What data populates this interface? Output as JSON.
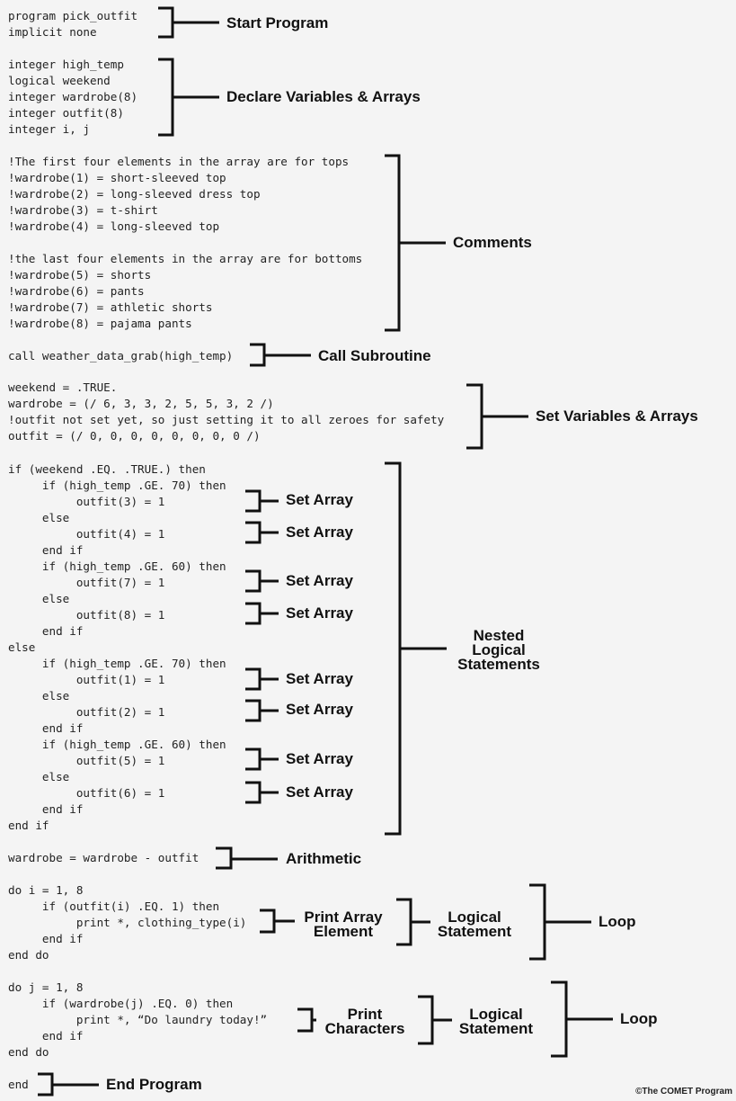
{
  "code_lines": [
    "program pick_outfit",
    "implicit none",
    "integer high_temp",
    "logical weekend",
    "integer wardrobe(8)",
    "integer outfit(8)",
    "integer i, j",
    "!The first four elements in the array are for tops",
    "!wardrobe(1) = short-sleeved top",
    "!wardrobe(2) = long-sleeved dress top",
    "!wardrobe(3) = t-shirt",
    "!wardrobe(4) = long-sleeved top",
    "!the last four elements in the array are for bottoms",
    "!wardrobe(5) = shorts",
    "!wardrobe(6) = pants",
    "!wardrobe(7) = athletic shorts",
    "!wardrobe(8) = pajama pants",
    "call weather_data_grab(high_temp)",
    "weekend = .TRUE.",
    "wardrobe = (/ 6, 3, 3, 2, 5, 5, 3, 2 /)",
    "!outfit not set yet, so just setting it to all zeroes for safety",
    "outfit = (/ 0, 0, 0, 0, 0, 0, 0, 0 /)",
    "if (weekend .EQ. .TRUE.) then",
    "     if (high_temp .GE. 70) then",
    "          outfit(3) = 1",
    "     else",
    "          outfit(4) = 1",
    "     end if",
    "     if (high_temp .GE. 60) then",
    "          outfit(7) = 1",
    "     else",
    "          outfit(8) = 1",
    "     end if",
    "else",
    "     if (high_temp .GE. 70) then",
    "          outfit(1) = 1",
    "     else",
    "          outfit(2) = 1",
    "     end if",
    "     if (high_temp .GE. 60) then",
    "          outfit(5) = 1",
    "     else",
    "          outfit(6) = 1",
    "     end if",
    "end if",
    "wardrobe = wardrobe - outfit",
    "do i = 1, 8",
    "     if (outfit(i) .EQ. 1) then",
    "          print *, clothing_type(i)",
    "     end if",
    "end do",
    "do j = 1, 8",
    "     if (wardrobe(j) .EQ. 0) then",
    "          print *, “Do laundry today!”",
    "     end if",
    "end do",
    "end"
  ],
  "labels": {
    "start_program": "Start Program",
    "declare": "Declare Variables & Arrays",
    "comments": "Comments",
    "call_subroutine": "Call Subroutine",
    "set_variables": "Set Variables & Arrays",
    "set_array": "Set Array",
    "nested_line1": "Nested",
    "nested_line2": "Logical",
    "nested_line3": "Statements",
    "arithmetic": "Arithmetic",
    "print_array_line1": "Print Array",
    "print_array_line2": "Element",
    "logical_line1": "Logical",
    "logical_line2": "Statement",
    "loop": "Loop",
    "print_chars_line1": "Print",
    "print_chars_line2": "Characters",
    "end_program": "End Program"
  },
  "copyright": "©The COMET Program"
}
